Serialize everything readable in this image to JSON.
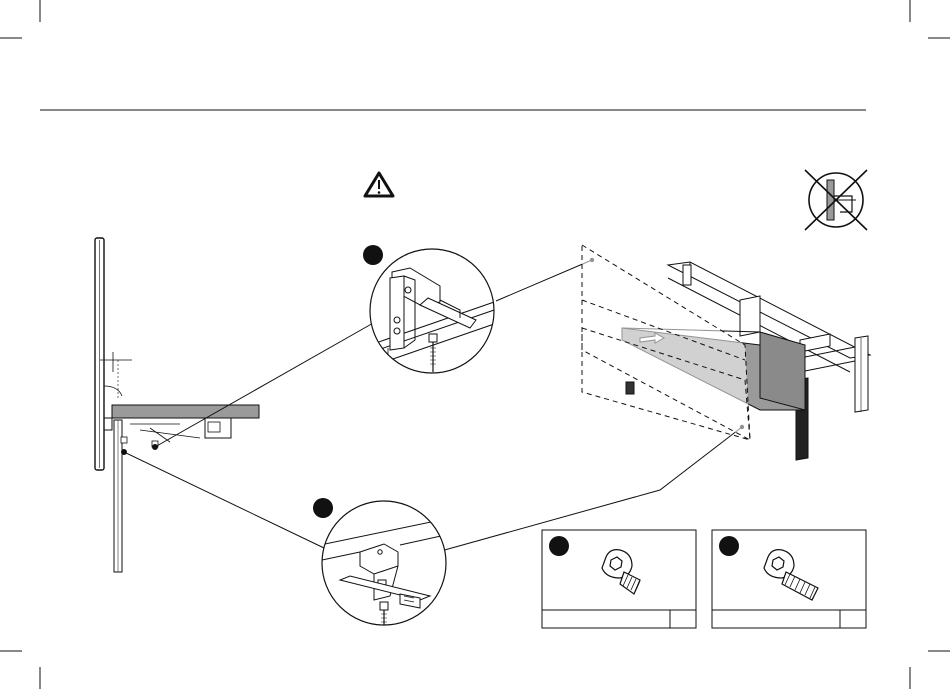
{
  "manual_page": {
    "warning": {
      "icon": "warning-triangle-icon"
    },
    "prohibited": {
      "icon": "no-clamp-icon"
    },
    "callouts": [
      {
        "id": "detail-1",
        "marker": "black-dot"
      },
      {
        "id": "detail-2",
        "marker": "black-dot"
      }
    ],
    "parts": [
      {
        "id": "part-1",
        "icon": "button-head-hex-screw-short-icon",
        "name": "",
        "qty": ""
      },
      {
        "id": "part-2",
        "icon": "button-head-hex-screw-long-icon",
        "name": "",
        "qty": ""
      }
    ],
    "colors": {
      "ink": "#111111",
      "panel": "#9a9a9a",
      "panel_dark": "#7a7a7a",
      "paper": "#ffffff"
    }
  }
}
